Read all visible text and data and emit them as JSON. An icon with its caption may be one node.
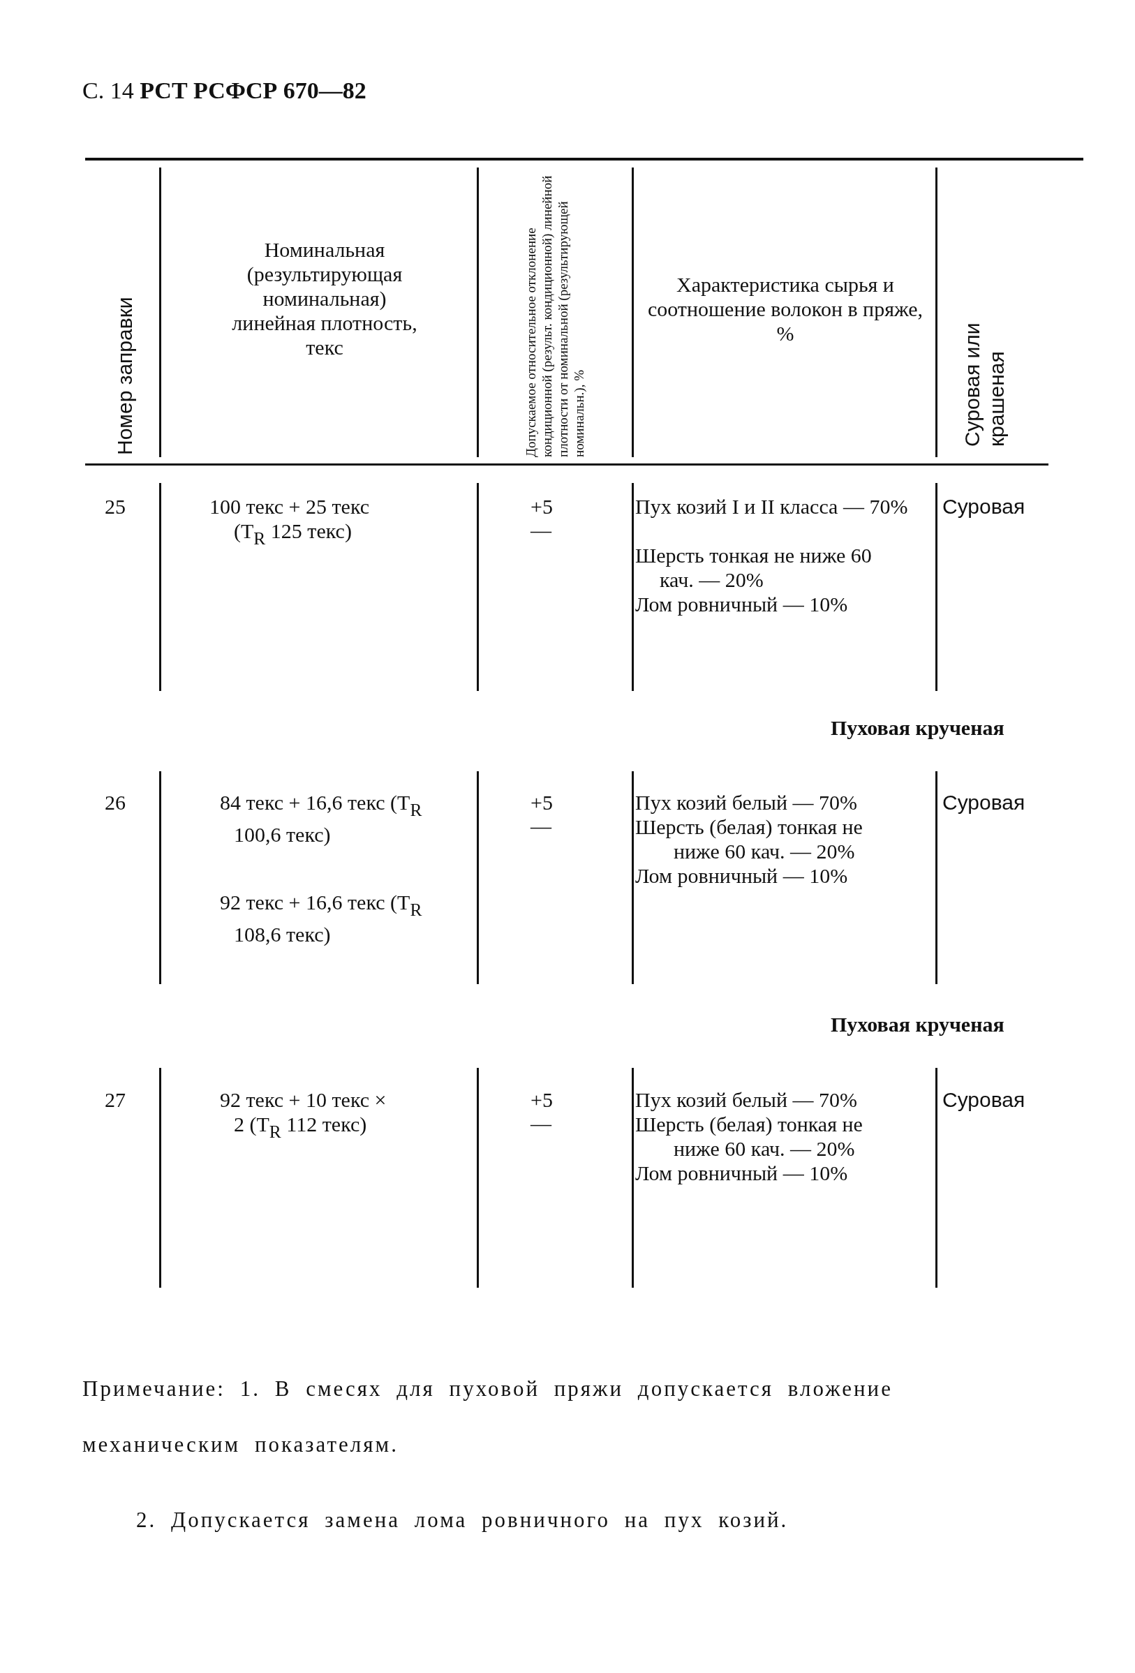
{
  "diagram": {
    "labels": [
      "С. 14 **РСТ РСФСР 670—82**",
      "Номер заправки",
      "Номинальная (результирующая номинальная) линейная плотность, текс",
      "Допускаемое относительное отклонение кондиционной (результ. кондиционной) линейной плотности от номинальной (результирующей номинальн.), %",
      "Характеристика сырья и соотношение волокон в пряже, %",
      "Суровая или крашеная",
      "25",
      "100 текс + 25 текс (T$_{R}$ 125 текс)",
      "+5",
      "—",
      "Пух козий I и II класса — 70%",
      "Шерсть тонкая не ниже 60 кач. — 20%",
      "Лом ровничный — 10%",
      "Суровая",
      "Пуховая крученая",
      "26",
      "84 текс + 16,6 текс (T$_{R}$ 100,6 текс)",
      "92 текс + 16,6 текс (T$_{R}$ 108,6 текс)",
      "+5",
      "—",
      "Пух козий белый — 70%",
      "Шерсть (белая) тонкая не ниже 60 кач. — 20%",
      "Лом ровничный — 10%",
      "Суровая",
      "Пуховая крученая",
      "27",
      "92 текс + 10 текс × 2 (T$_{R}$ 112 текс)",
      "+5",
      "—",
      "Пух козий белый — 70%",
      "Шерсть (белая) тонкая не ниже 60 кач. — 20%",
      "Лом ровничный — 10%",
      "Суровая",
      "Примечание: 1. В смесях для пуховой пряжи допускается вложение механическим показателям.",
      "2. Допускается замена лома ровничного на пух козий."
    ]
  }
}
